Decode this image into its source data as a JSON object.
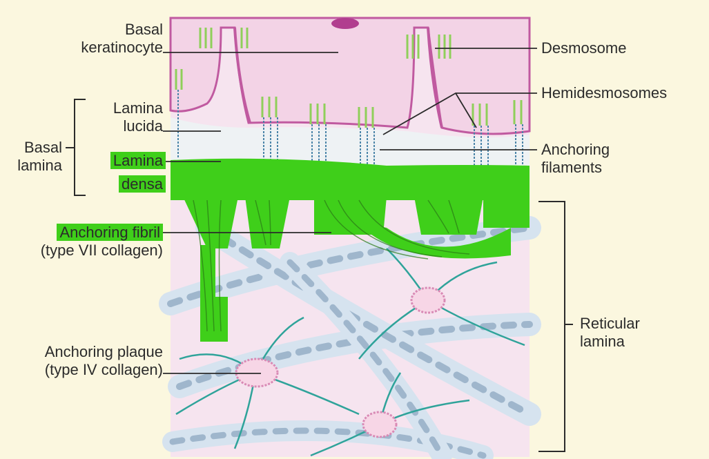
{
  "labels": {
    "basal_keratinocyte": [
      "Basal",
      "keratinocyte"
    ],
    "desmosome": "Desmosome",
    "hemidesmosomes": "Hemidesmosomes",
    "lamina_lucida": [
      "Lamina",
      "lucida"
    ],
    "basal_lamina": [
      "Basal",
      "lamina"
    ],
    "lamina_densa": [
      "Lamina",
      "densa"
    ],
    "anchoring_filaments": [
      "Anchoring",
      "filaments"
    ],
    "anchoring_fibril": [
      "Anchoring fibril",
      "(type VII collagen)"
    ],
    "reticular_lamina": [
      "Reticular",
      "lamina"
    ],
    "anchoring_plaque": [
      "Anchoring plaque",
      "(type IV collagen)"
    ]
  },
  "colors": {
    "background": "#fbf7df",
    "cell": "#f3d3e6",
    "membrane": "#c05aa0",
    "lucida": "#eef2f4",
    "highlight": "#3fcf1a",
    "filament": "#4a84a8",
    "collagen": "#d6e3ef",
    "collagen_band": "#9fb6cc",
    "plaque_fiber": "#2fa39a",
    "plaque": "#f7d6e6",
    "line": "#2b2b2b"
  }
}
